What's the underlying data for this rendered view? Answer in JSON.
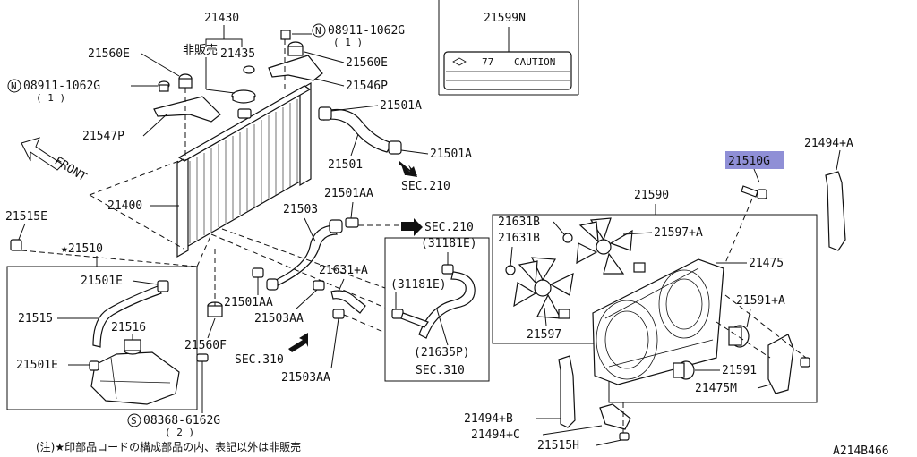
{
  "labels": {
    "p21430": "21430",
    "hanbaihin": "非販売",
    "p21435": "21435",
    "p21560E_left": "21560E",
    "p08911_left": "08911-1062G",
    "p08911_left_qty": "( 1 )",
    "p21547P": "21547P",
    "p08911_right": "08911-1062G",
    "p08911_right_qty": "( 1 )",
    "p21560E_right": "21560E",
    "p21546P": "21546P",
    "p21501A_top": "21501A",
    "p21501": "21501",
    "p21501A_mid": "21501A",
    "sec210_a": "SEC.210",
    "p21501AA_top": "21501AA",
    "p21503": "21503",
    "sec210_b": "SEC.210",
    "p21400": "21400",
    "p21515E": "21515E",
    "p21510": "★21510",
    "p21501E_top": "21501E",
    "p21515": "21515",
    "p21516": "21516",
    "p21501E_bot": "21501E",
    "p21560F": "21560F",
    "p21501AA_mid": "21501AA",
    "p21503AA_mid": "21503AA",
    "p21631A_mid": "21631+A",
    "sec310_a": "SEC.310",
    "p21503AA_bot": "21503AA",
    "p08368": "08368-6162G",
    "p08368_qty": "( 2 )",
    "p31181E_top": "(31181E)",
    "p31181E_mid": "(31181E)",
    "p21635P": "(21635P)",
    "sec310_b": "SEC.310",
    "p21599N": "21599N",
    "caution_77": "77",
    "caution_word": "CAUTION",
    "p21510G": "21510G",
    "p21494A_top": "21494+A",
    "p21590": "21590",
    "p21631B_top": "21631B",
    "p21631B_bot": "21631B",
    "p21597A": "21597+A",
    "p21475": "21475",
    "p21591A": "21591+A",
    "p21597": "21597",
    "p21591": "21591",
    "p21475M": "21475M",
    "p21494B": "21494+B",
    "p21494C": "21494+C",
    "p21515H": "21515H",
    "front": "FRONT",
    "n_symbol": "N",
    "s_symbol": "S",
    "footnote": "(注)★印部品コードの構成部品の内、表記以外は非販売",
    "diagram_code": "A214B466"
  },
  "colors": {
    "line": "#111111",
    "highlight": "#8f8fd6",
    "background": "#ffffff"
  }
}
